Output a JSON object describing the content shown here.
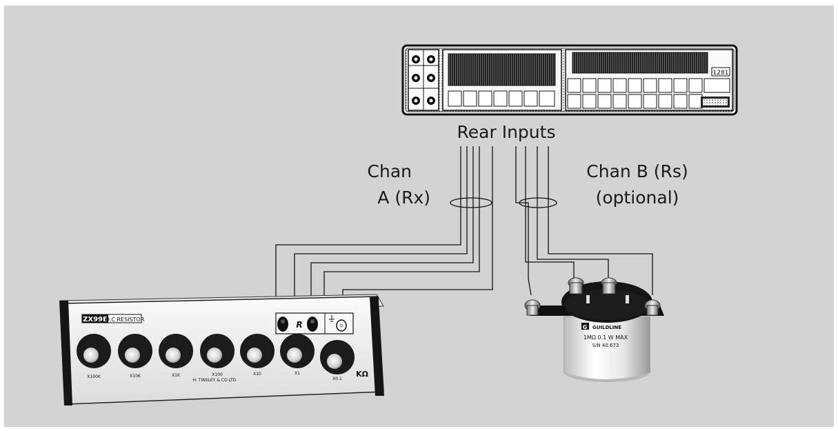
{
  "labels": {
    "rear_inputs": "Rear Inputs",
    "chan_a_line1": "Chan",
    "chan_a_line2": "A (Rx)",
    "chan_b_line1": "Chan B (Rs)",
    "chan_b_line2": "(optional)"
  },
  "meter": {
    "model_badge": "1281"
  },
  "decade_box": {
    "model": "ZX99E",
    "type": "D.C.RESISTOR",
    "terminal_label": "R",
    "maker": "H. TINSLEY & CO LTD",
    "unit": "KΩ",
    "dials": [
      "X100K",
      "X10K",
      "X1K",
      "X100",
      "X10",
      "X1",
      "X0.1"
    ]
  },
  "standard_resistor": {
    "brand": "GUILDLINE",
    "rating": "1MΩ  0.1 W MAX",
    "serial": "S/N 40.673"
  },
  "colors": {
    "background": "#d3d3d3",
    "frame": "#ffffff",
    "wire": "#111111"
  }
}
